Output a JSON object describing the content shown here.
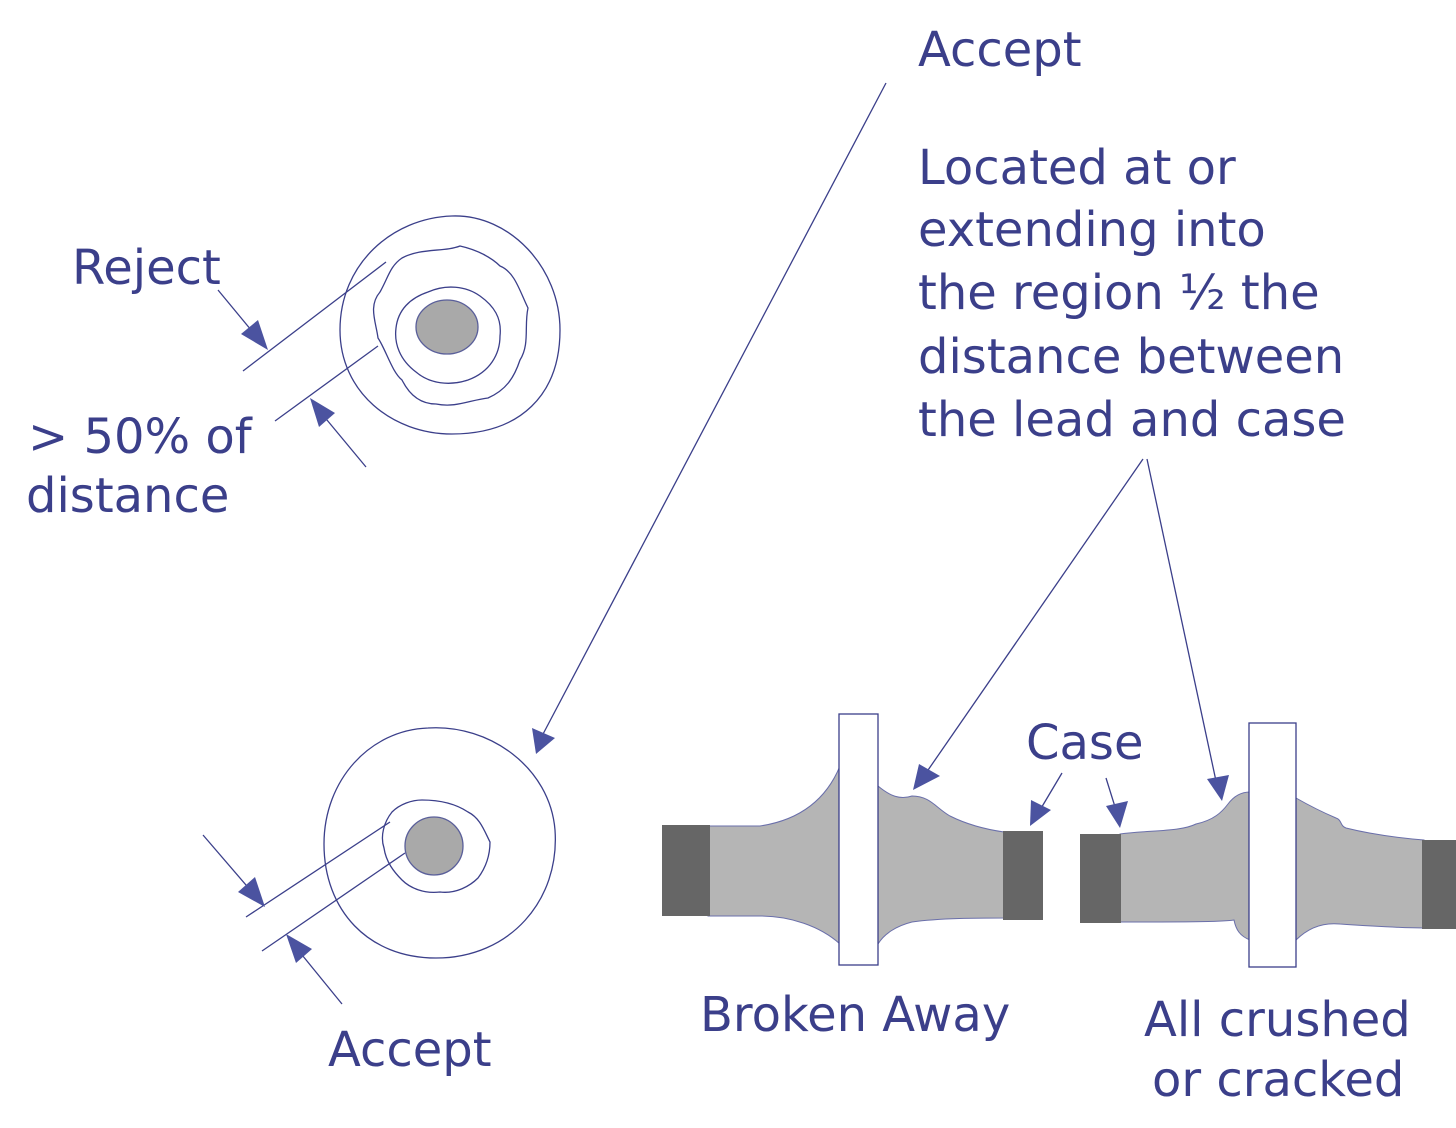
{
  "labels": {
    "accept_top": "Accept",
    "located_line1": "Located at or",
    "located_line2": "extending into",
    "located_line3": "the region ½ the",
    "located_line4": "distance between",
    "located_line5": "the lead and case",
    "reject": "Reject",
    "percent_line1": "> 50% of",
    "percent_line2": "distance",
    "accept_bottom": "Accept",
    "case": "Case",
    "broken_away": "Broken Away",
    "crushed_line1": "All crushed",
    "crushed_line2": "or cracked"
  },
  "colors": {
    "text": "#3b3f8a",
    "line": "#3b3f8a",
    "arrow": "#4b53a0",
    "lead_gray": "#a9a9a9",
    "fillet_gray": "#b5b5b5",
    "case_dark": "#666666"
  }
}
